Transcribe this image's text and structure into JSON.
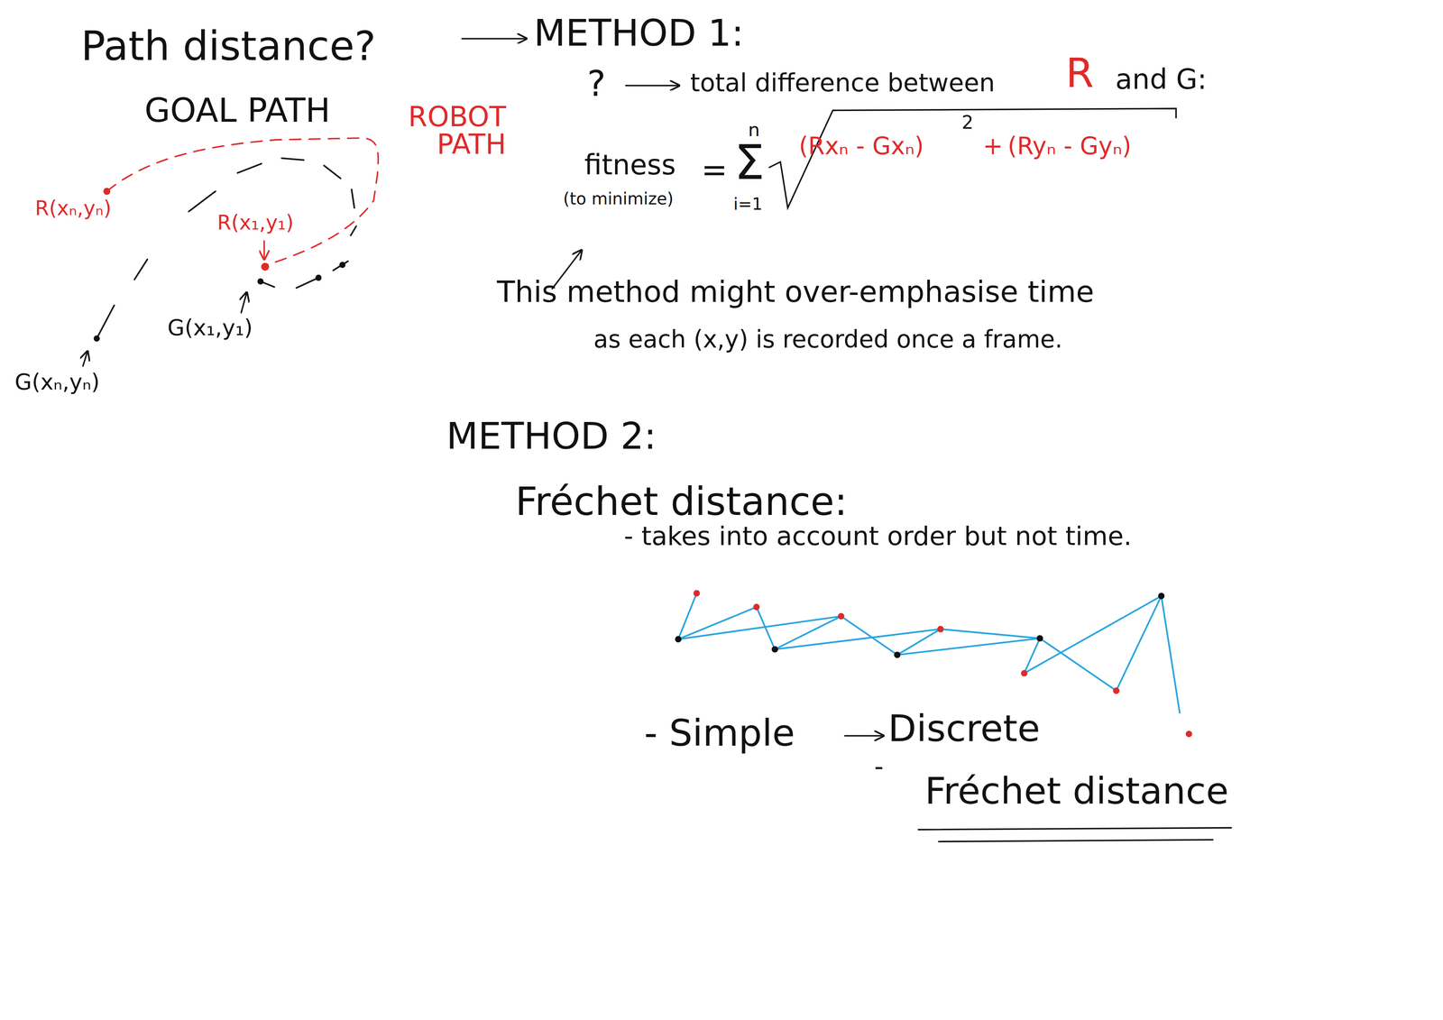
{
  "diagram": {
    "title": "Path distance?",
    "labels": [
      "METHOD 1:",
      "?",
      "total difference between",
      "R",
      "and G:",
      "GOAL PATH",
      "ROBOT PATH",
      "fitness",
      "(to minimize)",
      "=",
      "n",
      "Σ",
      "i=1",
      "(Rxₙ - Gxₙ)",
      "2",
      "+",
      "(Ryₙ - Gyₙ)",
      "R(xₙ,yₙ)",
      "R(x₁,y₁)",
      "G(x₁,y₁)",
      "G(xₙ,yₙ)",
      "This method might over-emphasise time",
      "as each (x,y) is recorded once a frame.",
      "METHOD 2:",
      "Fréchet distance:",
      "- takes into account order but not time.",
      "- Simple",
      "Discrete",
      "-",
      "Fréchet distance"
    ]
  }
}
